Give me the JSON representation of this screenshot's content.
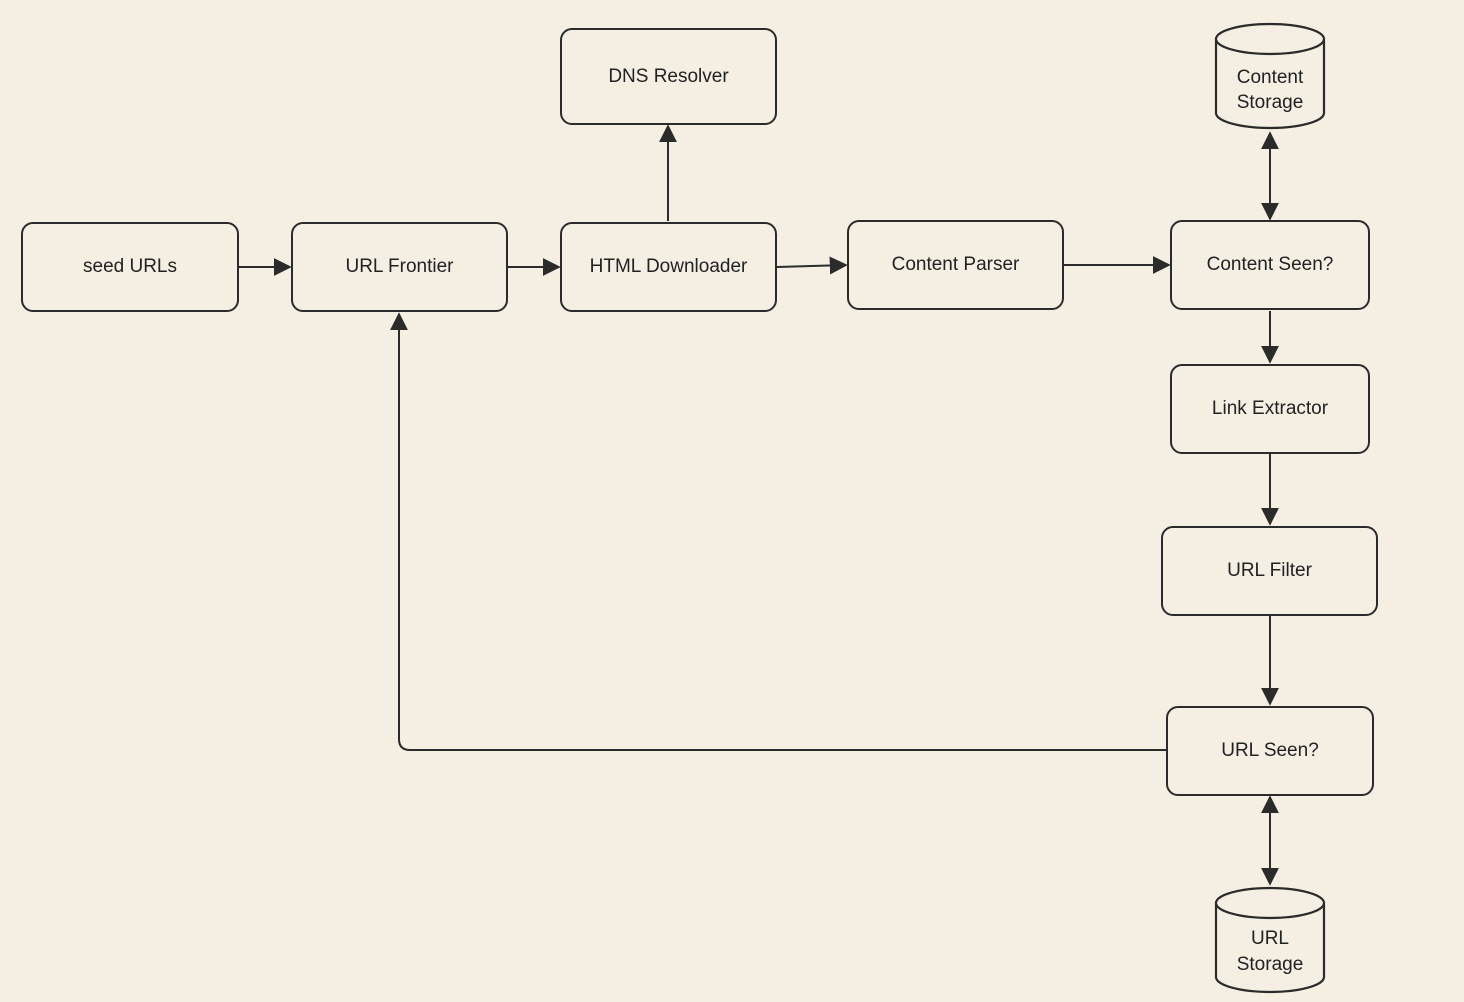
{
  "nodes": {
    "seed_urls": "seed URLs",
    "url_frontier": "URL Frontier",
    "html_downloader": "HTML Downloader",
    "dns_resolver": "DNS Resolver",
    "content_parser": "Content Parser",
    "content_seen": "Content Seen?",
    "link_extractor": "Link Extractor",
    "url_filter": "URL Filter",
    "url_seen": "URL Seen?"
  },
  "storages": {
    "content_storage": {
      "line1": "Content",
      "line2": "Storage"
    },
    "url_storage": {
      "line1": "URL",
      "line2": "Storage"
    }
  },
  "colors": {
    "background": "#f5efe3",
    "stroke": "#2b2b2b"
  }
}
